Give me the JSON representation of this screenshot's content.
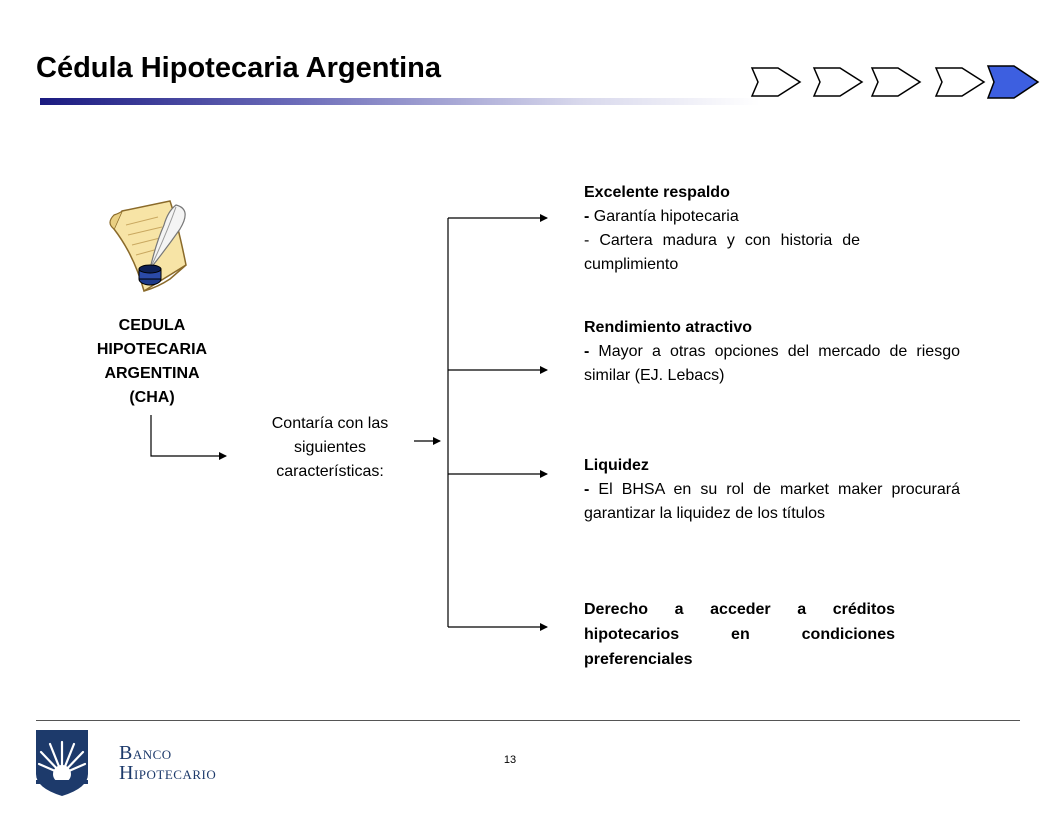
{
  "slide": {
    "title": "Cédula Hipotecaria Argentina",
    "page_number": "13"
  },
  "nav": {
    "steps_total": 5,
    "active_step": 5,
    "active_color": "#3d5fe0"
  },
  "diagram": {
    "source_label": "CEDULA HIPOTECARIA ARGENTINA (CHA)",
    "source_lines": [
      "CEDULA",
      "HIPOTECARIA",
      "ARGENTINA",
      "(CHA)"
    ],
    "middle_lines": [
      "Contaría con las",
      "siguientes",
      "características:"
    ],
    "features": [
      {
        "heading": "Excelente respaldo",
        "items": [
          "Garantía hipotecaria",
          "Cartera madura y con historia de cumplimiento"
        ]
      },
      {
        "heading": "Rendimiento atractivo",
        "items": [
          "Mayor a otras opciones del mercado de riesgo similar (EJ. Lebacs)"
        ]
      },
      {
        "heading": "Liquidez",
        "items": [
          "El BHSA en su rol de market maker procurará garantizar la liquidez de los títulos"
        ]
      },
      {
        "heading": "Derecho a acceder a créditos hipotecarios en condiciones preferenciales",
        "items": []
      }
    ]
  },
  "footer": {
    "logo_first_letter_1": "B",
    "logo_rest_1": "ANCO",
    "logo_first_letter_2": "H",
    "logo_rest_2": "IPOTECARIO",
    "brand_color": "#1d3a6b"
  }
}
